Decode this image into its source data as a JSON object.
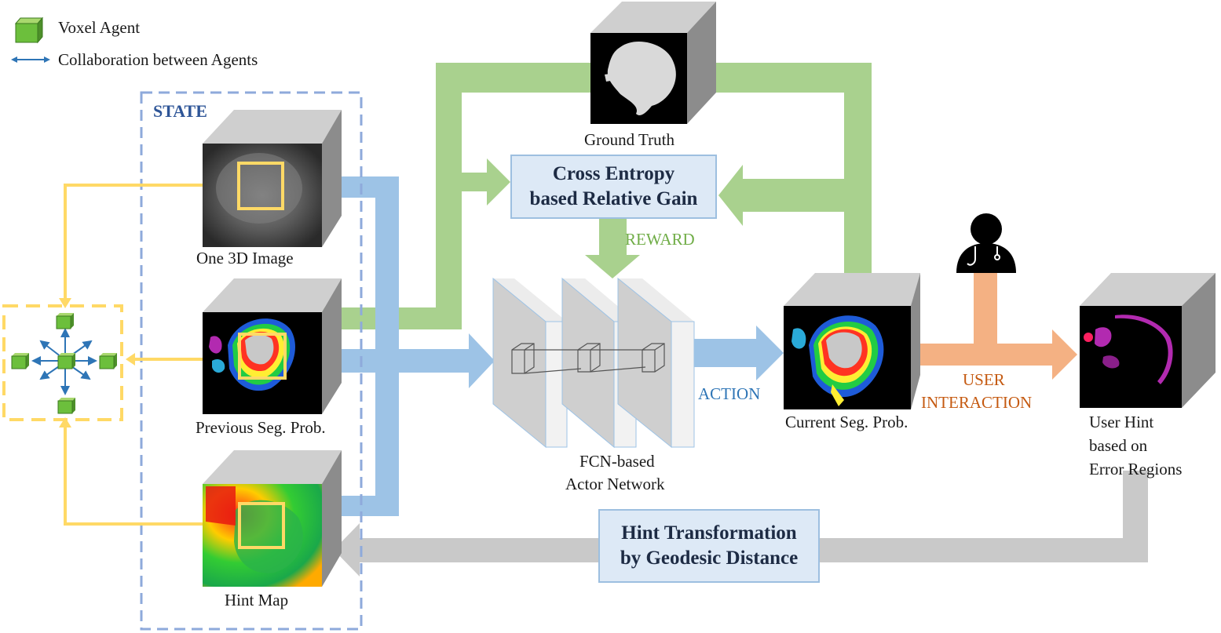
{
  "legend": {
    "voxel_agent": "Voxel Agent",
    "collaboration": "Collaboration between Agents"
  },
  "state": {
    "title": "STATE"
  },
  "cubes": {
    "image": "One 3D Image",
    "prev_seg": "Previous Seg. Prob.",
    "hint_map": "Hint Map",
    "ground_truth": "Ground Truth",
    "current_seg": "Current Seg. Prob.",
    "user_hint": [
      "User Hint",
      "based on",
      "Error Regions"
    ]
  },
  "boxes": {
    "reward_fn": [
      "Cross Entropy",
      "based Relative Gain"
    ],
    "hint_transform": [
      "Hint Transformation",
      "by Geodesic Distance"
    ]
  },
  "network": [
    "FCN-based",
    "Actor Network"
  ],
  "flows": {
    "reward": "REWARD",
    "action": "ACTION",
    "user_interaction": [
      "USER",
      "INTERACTION"
    ]
  },
  "colors": {
    "green_flow": "#a9d18e",
    "blue_flow": "#9dc3e6",
    "gray_flow": "#c9c9c9",
    "orange_flow": "#f4b183",
    "yellow": "#ffd966",
    "state_border": "#8eaadb",
    "reward_text": "#70ad47",
    "action_text": "#2e75b6",
    "interaction_text": "#c55a11",
    "state_text": "#2e5597"
  },
  "icons": {
    "voxel_agent": "green-cube-icon",
    "collaboration": "double-arrow-icon",
    "doctor": "doctor-icon"
  }
}
